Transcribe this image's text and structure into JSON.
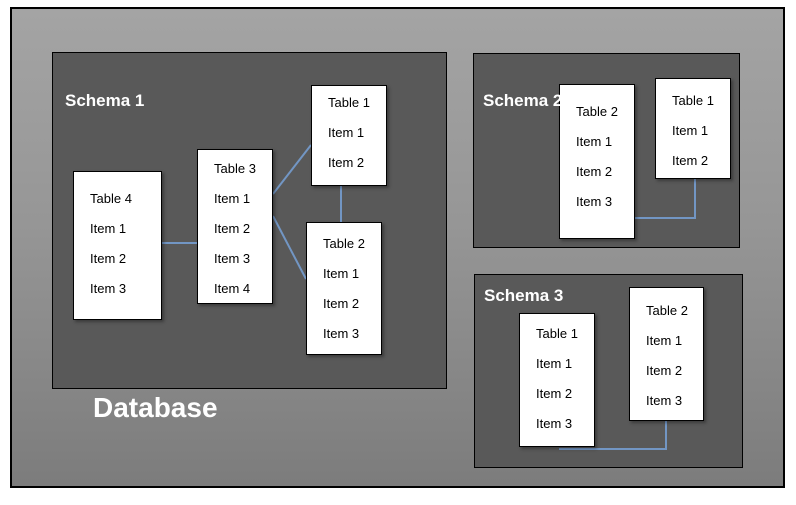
{
  "diagram": {
    "title": "Database",
    "schemas": [
      {
        "label": "Schema 1",
        "tables": [
          {
            "title": "Table 4",
            "items": [
              "Item 1",
              "Item 2",
              "Item 3"
            ]
          },
          {
            "title": "Table 3",
            "items": [
              "Item 1",
              "Item 2",
              "Item 3",
              "Item 4"
            ]
          },
          {
            "title": "Table 1",
            "items": [
              "Item 1",
              "Item 2"
            ]
          },
          {
            "title": "Table 2",
            "items": [
              "Item 1",
              "Item 2",
              "Item 3"
            ]
          }
        ]
      },
      {
        "label": "Schema 2",
        "tables": [
          {
            "title": "Table 2",
            "items": [
              "Item 1",
              "Item 2",
              "Item 3"
            ]
          },
          {
            "title": "Table 1",
            "items": [
              "Item 1",
              "Item 2"
            ]
          }
        ]
      },
      {
        "label": "Schema 3",
        "tables": [
          {
            "title": "Table 1",
            "items": [
              "Item 1",
              "Item 2",
              "Item 3"
            ]
          },
          {
            "title": "Table 2",
            "items": [
              "Item 1",
              "Item 2",
              "Item 3"
            ]
          }
        ]
      }
    ],
    "connections": [
      {
        "schema": "Schema 1",
        "from": "Table 4",
        "to": "Table 3",
        "style": "straight"
      },
      {
        "schema": "Schema 1",
        "from": "Table 3",
        "to": "Table 1",
        "style": "straight"
      },
      {
        "schema": "Schema 1",
        "from": "Table 3",
        "to": "Table 2",
        "style": "straight"
      },
      {
        "schema": "Schema 1",
        "from": "Table 1",
        "to": "Table 2",
        "style": "straight"
      },
      {
        "schema": "Schema 2",
        "from": "Table 1",
        "to": "Table 2",
        "style": "elbow"
      },
      {
        "schema": "Schema 3",
        "from": "Table 2",
        "to": "Table 1",
        "style": "elbow"
      }
    ],
    "colors": {
      "page_margin": "#ffffff",
      "outer_border": "#000000",
      "background_top": "#a4a4a4",
      "background_bottom": "#7c7c7c",
      "schema_fill": "#595959",
      "schema_border": "#000000",
      "schema_label_text": "#ffffff",
      "table_fill": "#ffffff",
      "table_border": "#000000",
      "table_text": "#000000",
      "title_text": "#ffffff",
      "connector": "#7296c4"
    }
  }
}
